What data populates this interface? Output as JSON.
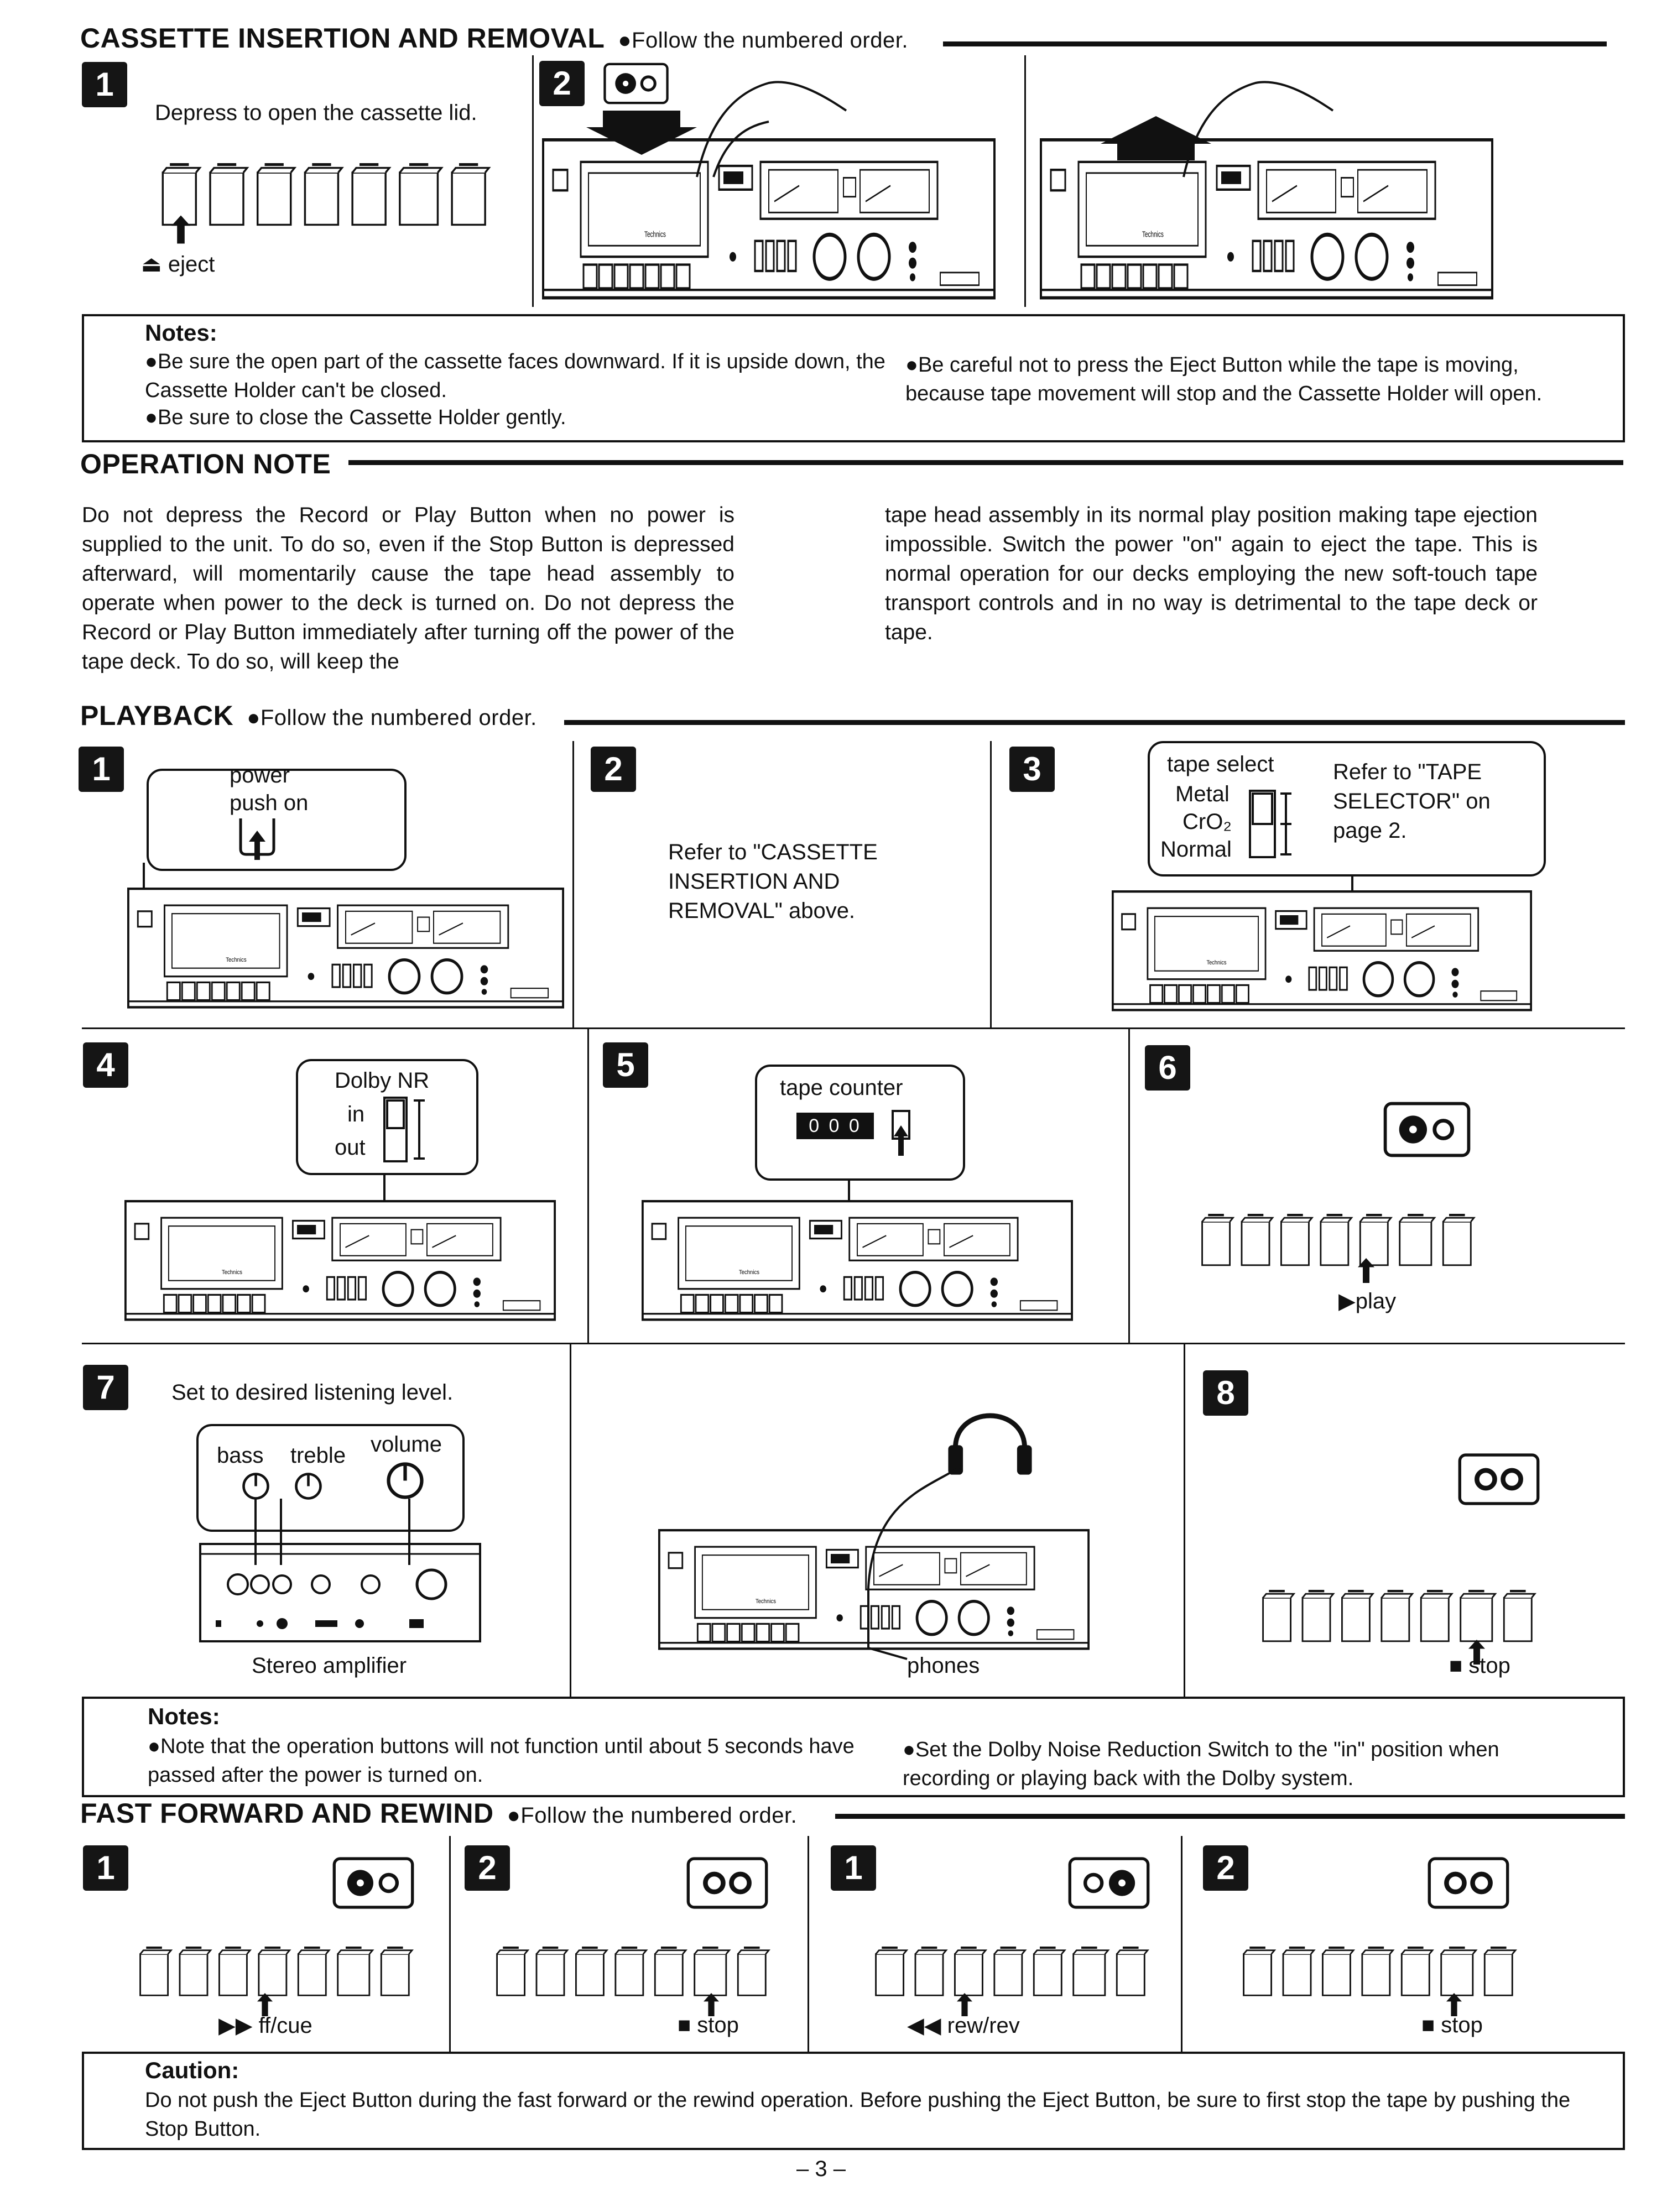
{
  "sections": {
    "cassette": {
      "title": "CASSETTE INSERTION AND REMOVAL",
      "subtitle": "●Follow the numbered order.",
      "steps": [
        {
          "n": "1",
          "text": "Depress to open the cassette lid.",
          "label": "eject"
        },
        {
          "n": "2"
        }
      ],
      "notes_title": "Notes:",
      "notes_left": [
        "●Be sure the open part of the cassette faces downward. If it is upside down, the Cassette Holder can't be closed.",
        "●Be sure to close the Cassette Holder gently."
      ],
      "notes_right": "●Be careful not to press the Eject Button while the tape is moving, because tape movement will stop and the Cassette Holder will open."
    },
    "operation": {
      "title": "OPERATION NOTE",
      "left": "Do not depress the Record or Play Button when no power is supplied to the unit. To do so, even if the Stop Button is depressed afterward, will momentarily cause the tape head assembly to operate when power to the deck is turned on. Do not depress the Record or Play Button immediately after turning off the power of the tape deck. To do so, will keep the",
      "right": "tape head assembly in its normal play position making tape ejection impossible. Switch the power \"on\" again to eject the tape. This is normal operation for our decks employing the new soft-touch tape transport controls and in no way is detrimental to the tape deck or tape."
    },
    "playback": {
      "title": "PLAYBACK",
      "subtitle": "●Follow the numbered order.",
      "step1": {
        "n": "1",
        "power": "power",
        "push_on": "push on"
      },
      "step2": {
        "n": "2",
        "text": "Refer to \"CASSETTE INSERTION AND REMOVAL\" above."
      },
      "step3": {
        "n": "3",
        "tape_select": "tape select",
        "metal": "Metal",
        "cro2": "CrO₂",
        "normal": "Normal",
        "refer": "Refer to \"TAPE SELECTOR\" on page 2."
      },
      "step4": {
        "n": "4",
        "dolby": "Dolby NR",
        "in": "in",
        "out": "out"
      },
      "step5": {
        "n": "5",
        "counter": "tape counter",
        "digits": "0 0 0"
      },
      "step6": {
        "n": "6",
        "label": "play"
      },
      "step7": {
        "n": "7",
        "text": "Set to desired listening level.",
        "bass": "bass",
        "treble": "treble",
        "volume": "volume",
        "amp": "Stereo amplifier",
        "phones": "phones"
      },
      "step8": {
        "n": "8",
        "label": "stop"
      },
      "notes_title": "Notes:",
      "notes_left": "●Note that the operation buttons will not function until about 5 seconds have passed after the power is turned on.",
      "notes_right": "●Set the Dolby Noise Reduction Switch to the \"in\" position when recording or playing back with the Dolby system."
    },
    "ffrew": {
      "title": "FAST FORWARD AND REWIND",
      "subtitle": "●Follow the numbered order.",
      "steps": [
        {
          "n": "1",
          "label": "ff/cue"
        },
        {
          "n": "2",
          "label": "stop"
        },
        {
          "n": "1",
          "label": "rew/rev"
        },
        {
          "n": "2",
          "label": "stop"
        }
      ],
      "caution_title": "Caution:",
      "caution": "Do not push the Eject Button during the fast forward or the rewind operation. Before pushing the Eject Button, be sure to first stop the tape by pushing the Stop Button."
    }
  },
  "page_number": "– 3 –",
  "brand": "Technics"
}
